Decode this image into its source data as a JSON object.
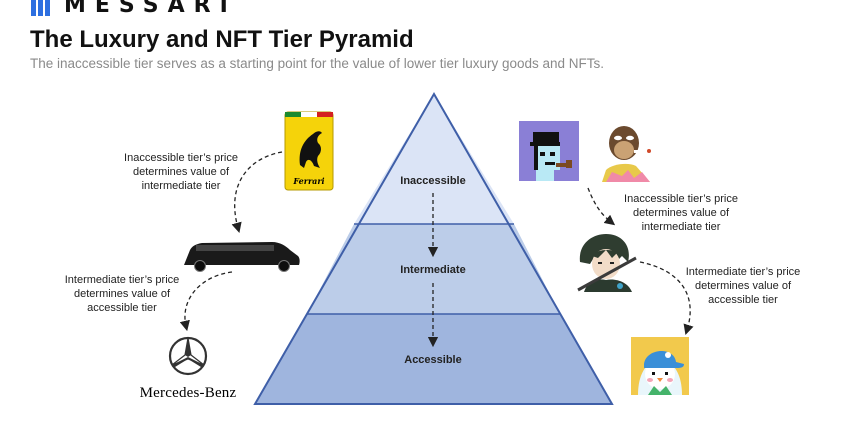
{
  "brand": {
    "name": "MESSARI"
  },
  "header": {
    "title": "The Luxury and NFT Tier Pyramid",
    "subtitle": "The inaccessible tier serves as a starting point for the value of lower tier luxury goods and NFTs."
  },
  "pyramid": {
    "tiers": [
      {
        "label": "Inaccessible",
        "color": "#dbe4f6"
      },
      {
        "label": "Intermediate",
        "color": "#bccde9"
      },
      {
        "label": "Accessible",
        "color": "#9fb5de"
      }
    ],
    "outline_color": "#3f5fa8"
  },
  "left_notes": {
    "note1": [
      "Inaccessible tier’s price",
      "determines value of",
      "intermediate tier"
    ],
    "note2": [
      "Intermediate tier’s price",
      "determines value of",
      "accessible tier"
    ]
  },
  "right_notes": {
    "note1": [
      "Inaccessible tier’s price",
      "determines value of",
      "intermediate tier"
    ],
    "note2": [
      "Intermediate tier’s price",
      "determines value of",
      "accessible tier"
    ]
  },
  "images": {
    "ferrari": {
      "text": "Ferrari",
      "icon": "ferrari-logo-icon"
    },
    "limousine": {
      "icon": "limousine-icon"
    },
    "mercedes": {
      "text": "Mercedes-Benz",
      "icon": "mercedes-logo-icon"
    },
    "cryptopunk": {
      "icon": "cryptopunk-nft-icon"
    },
    "bored_ape": {
      "icon": "bored-ape-nft-icon"
    },
    "azuki": {
      "icon": "anime-nft-icon"
    },
    "pudgy": {
      "icon": "penguin-nft-icon"
    }
  }
}
